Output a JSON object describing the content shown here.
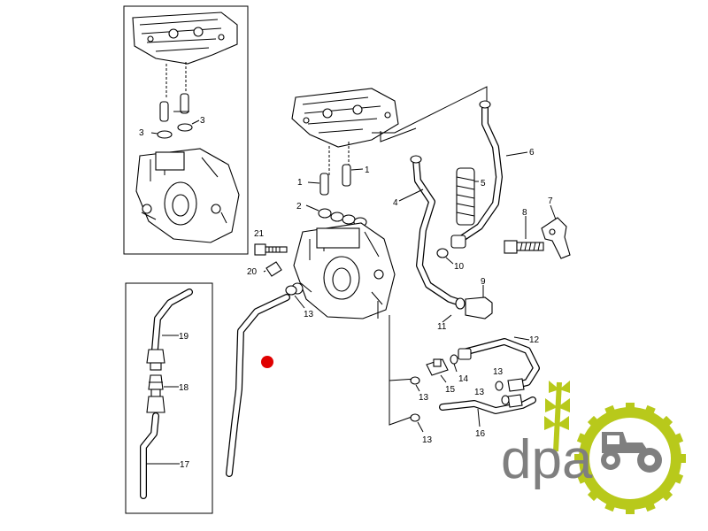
{
  "callouts": [
    {
      "id": "c3a",
      "text": "3"
    },
    {
      "id": "c3b",
      "text": "3"
    },
    {
      "id": "c1a",
      "text": "1"
    },
    {
      "id": "c1b",
      "text": "1"
    },
    {
      "id": "c2",
      "text": "2"
    },
    {
      "id": "c4",
      "text": "4"
    },
    {
      "id": "c5",
      "text": "5"
    },
    {
      "id": "c6",
      "text": "6"
    },
    {
      "id": "c7",
      "text": "7"
    },
    {
      "id": "c8",
      "text": "8"
    },
    {
      "id": "c9",
      "text": "9"
    },
    {
      "id": "c10",
      "text": "10"
    },
    {
      "id": "c11",
      "text": "11"
    },
    {
      "id": "c12",
      "text": "12"
    },
    {
      "id": "c13a",
      "text": "13"
    },
    {
      "id": "c13b",
      "text": "13"
    },
    {
      "id": "c13c",
      "text": "13"
    },
    {
      "id": "c13d",
      "text": "13"
    },
    {
      "id": "c13e",
      "text": "13"
    },
    {
      "id": "c14",
      "text": "14"
    },
    {
      "id": "c15",
      "text": "15"
    },
    {
      "id": "c16",
      "text": "16"
    },
    {
      "id": "c17",
      "text": "17"
    },
    {
      "id": "c18",
      "text": "18"
    },
    {
      "id": "c19",
      "text": "19"
    },
    {
      "id": "c20",
      "text": "20"
    },
    {
      "id": "c21",
      "text": "21"
    }
  ],
  "logo": {
    "text": "dpa",
    "colors": {
      "text": "#7f7f7f",
      "wheat": "#b8c91b",
      "gear": "#b8c91b",
      "tractor": "#7f7f7f"
    }
  },
  "marker_color": "#e00000"
}
